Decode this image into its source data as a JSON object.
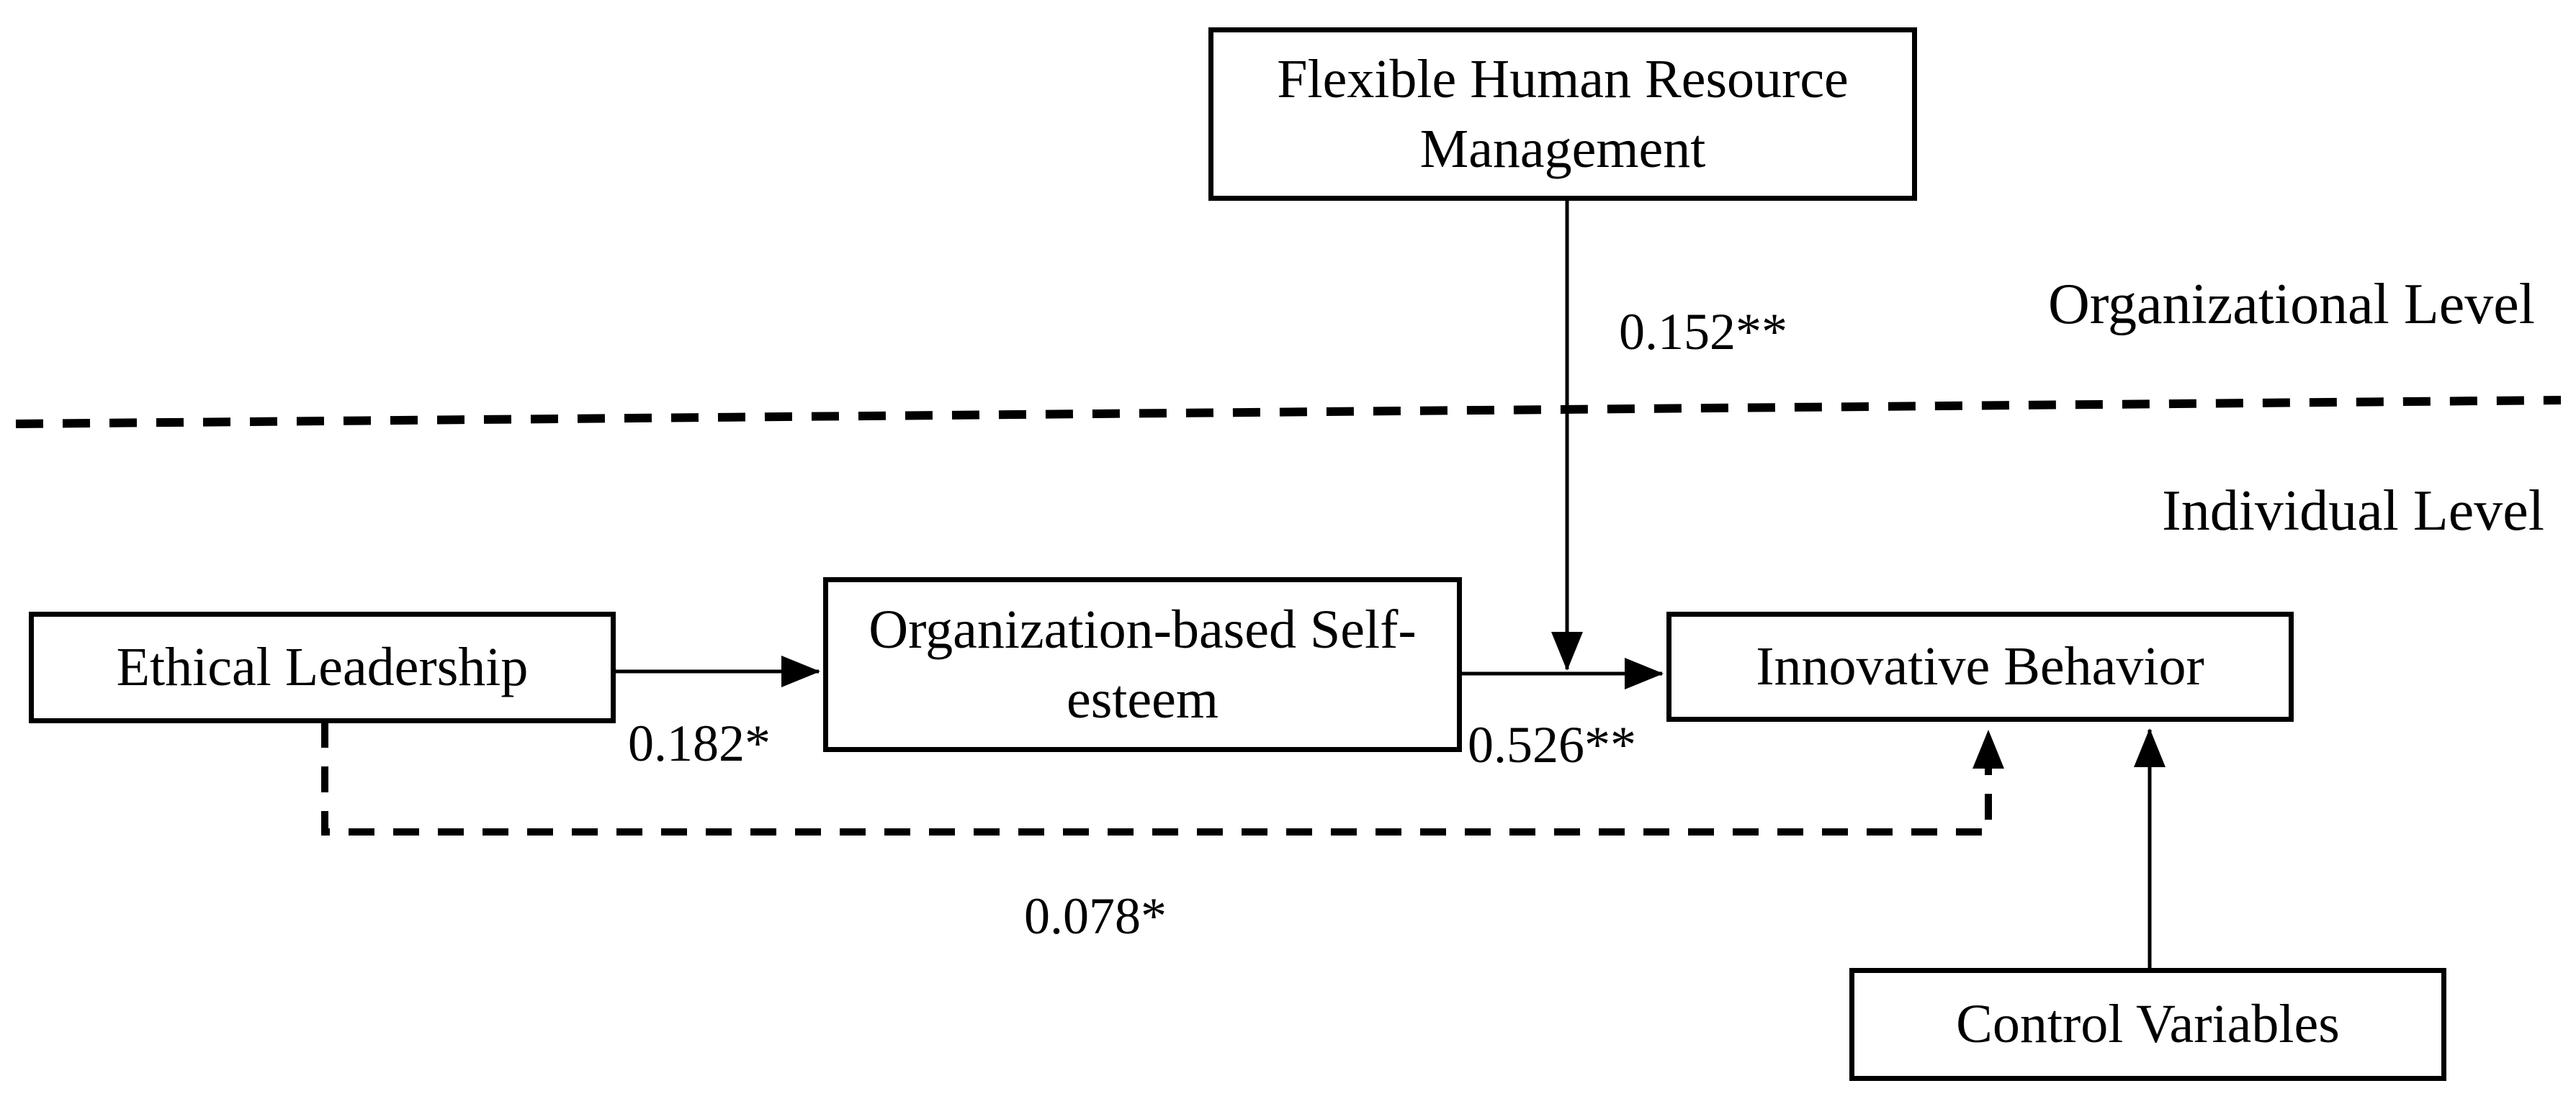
{
  "figure": {
    "type": "multilevel-path-model",
    "background_color": "#ffffff",
    "ink_color": "#000000"
  },
  "nodes": {
    "fhrm": {
      "label": "Flexible Human Resource Management"
    },
    "ethical_leadership": {
      "label": "Ethical Leadership"
    },
    "obse": {
      "label": "Organization-based Self-esteem"
    },
    "innovative_behavior": {
      "label": "Innovative Behavior"
    },
    "control_variables": {
      "label": "Control Variables"
    }
  },
  "level_labels": {
    "organizational": "Organizational Level",
    "individual": "Individual Level"
  },
  "edges": [
    {
      "from": "Ethical Leadership",
      "to": "Organization-based Self-esteem",
      "label": "0.182*",
      "style": "solid-arrow"
    },
    {
      "from": "Organization-based Self-esteem",
      "to": "Innovative Behavior",
      "label": "0.526**",
      "style": "solid-arrow"
    },
    {
      "from": "Flexible Human Resource Management",
      "to": "path: Organization-based Self-esteem to Innovative Behavior",
      "label": "0.152**",
      "style": "solid-arrow",
      "role": "cross-level moderation"
    },
    {
      "from": "Ethical Leadership",
      "to": "Innovative Behavior",
      "label": "0.078*",
      "style": "dashed-arrow",
      "role": "direct effect"
    },
    {
      "from": "Control Variables",
      "to": "Innovative Behavior",
      "label": "",
      "style": "solid-arrow",
      "role": "control path"
    }
  ],
  "separator": {
    "style": "dashed",
    "divides": "Organizational Level / Individual Level"
  }
}
